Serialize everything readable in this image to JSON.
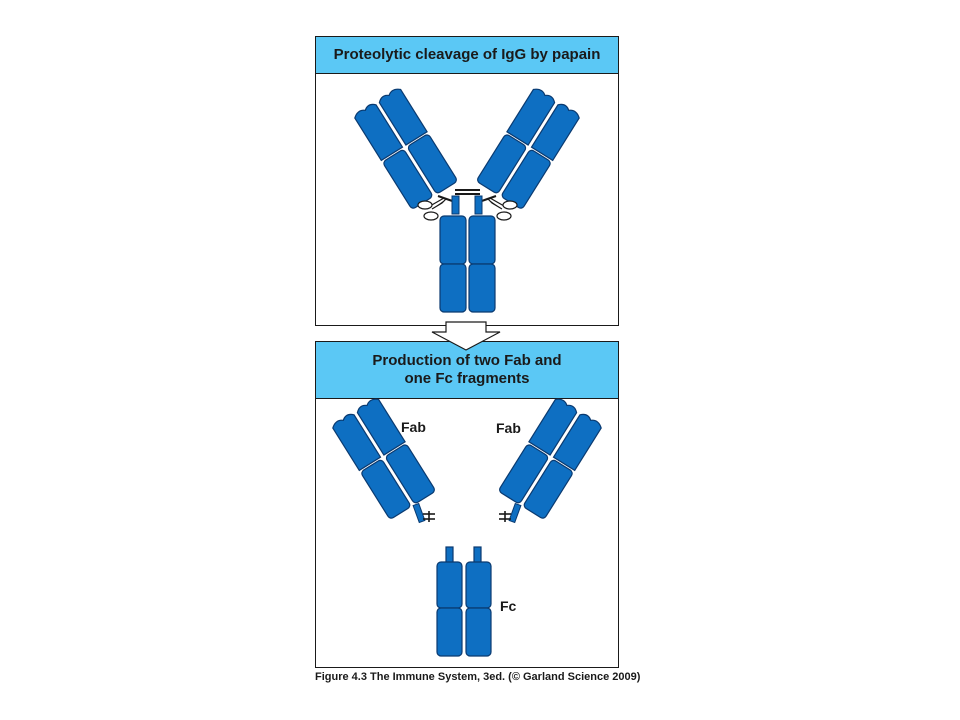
{
  "top_panel": {
    "title": "Proteolytic cleavage of IgG by papain"
  },
  "bottom_panel": {
    "title_line1": "Production of two Fab and",
    "title_line2": "one Fc fragments"
  },
  "labels": {
    "fab_left": "Fab",
    "fab_right": "Fab",
    "fc": "Fc"
  },
  "caption": "Figure 4.3  The Immune System, 3ed. (© Garland Science 2009)",
  "colors": {
    "header": "#5bc8f5",
    "domain_fill": "#0e6fc2",
    "domain_stroke": "#0a3a70",
    "outline": "#1a1a1a"
  },
  "icons": {
    "enzyme": "papain-enzyme-icon",
    "arrow": "down-arrow-icon"
  }
}
